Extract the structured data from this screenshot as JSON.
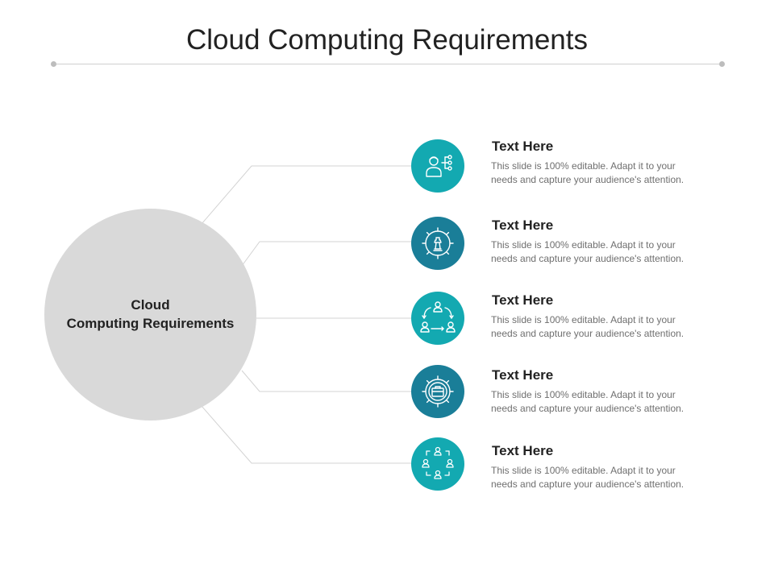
{
  "slide": {
    "title": "Cloud Computing Requirements"
  },
  "hub": {
    "label_line1": "Cloud",
    "label_line2": "Computing Requirements"
  },
  "colors": {
    "teal": "#13a9b1",
    "dark_teal": "#1a7e98",
    "hub_fill": "#d9d9d9",
    "connector": "#d3d3d3"
  },
  "items": [
    {
      "title": "Text Here",
      "desc_line1": "This slide is 100% editable. Adapt it to your",
      "desc_line2": "needs and capture your audience's attention.",
      "icon": "user-network-icon",
      "color": "#13a9b1"
    },
    {
      "title": "Text Here",
      "desc_line1": "This slide is 100% editable. Adapt it to your",
      "desc_line2": "needs and capture your audience's attention.",
      "icon": "gear-chess-icon",
      "color": "#1a7e98"
    },
    {
      "title": "Text Here",
      "desc_line1": "This slide is 100% editable. Adapt it to your",
      "desc_line2": "needs and capture your audience's attention.",
      "icon": "people-cycle-icon",
      "color": "#13a9b1"
    },
    {
      "title": "Text Here",
      "desc_line1": "This slide is 100% editable. Adapt it to your",
      "desc_line2": "needs and capture your audience's attention.",
      "icon": "gear-briefcase-icon",
      "color": "#1a7e98"
    },
    {
      "title": "Text Here",
      "desc_line1": "This slide is 100% editable. Adapt it to your",
      "desc_line2": "needs and capture your audience's attention.",
      "icon": "team-exchange-icon",
      "color": "#13a9b1"
    }
  ]
}
